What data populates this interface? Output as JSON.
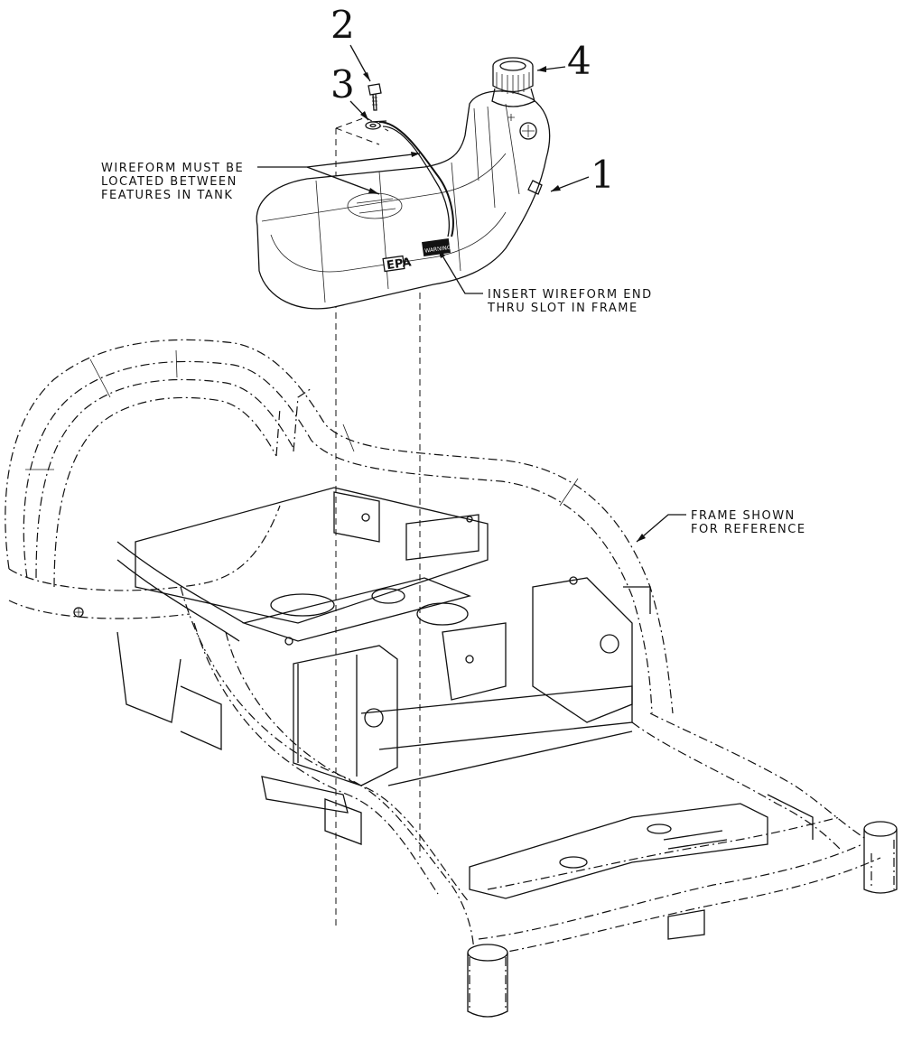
{
  "callouts": [
    {
      "id": "1",
      "label": "1"
    },
    {
      "id": "2",
      "label": "2"
    },
    {
      "id": "3",
      "label": "3"
    },
    {
      "id": "4",
      "label": "4"
    }
  ],
  "notes": {
    "wireform_line1": "WIREFORM MUST BE",
    "wireform_line2": "LOCATED BETWEEN",
    "wireform_line3": "FEATURES IN TANK",
    "insert_line1": "INSERT WIREFORM END",
    "insert_line2": "THRU SLOT IN FRAME",
    "frame_line1": "FRAME SHOWN",
    "frame_line2": "FOR REFERENCE"
  },
  "tank_labels": {
    "epa": "EPA",
    "warning": "WARNING"
  }
}
